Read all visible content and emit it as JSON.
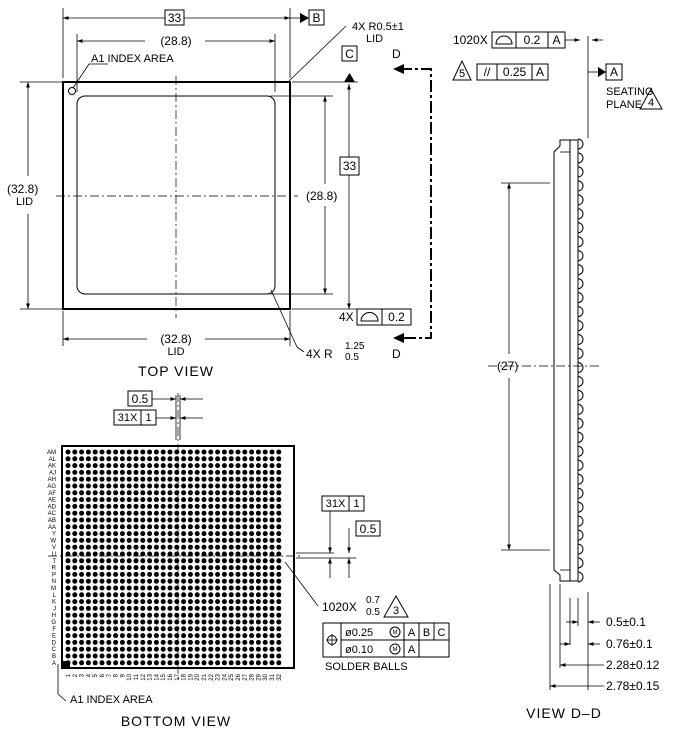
{
  "top_view": {
    "dim_body_width": "33",
    "datum_b": "B",
    "dim_lid_width_top": "(28.8)",
    "corner_radius_outer": "4X R0.5±1",
    "corner_radius_outer_sub": "LID",
    "a1_index_area_label": "A1 INDEX AREA",
    "datum_c": "C",
    "section_letter_top": "D",
    "section_letter_bottom": "D",
    "dim_body_height": "33",
    "dim_lid_height_inner": "(28.8)",
    "dim_lid_height_left": "(32.8)",
    "dim_lid_height_left_sub": "LID",
    "flatness_count": "4X",
    "flatness_value": "0.2",
    "dim_lid_width_bottom": "(32.8)",
    "dim_lid_width_bottom_sub": "LID",
    "corner_radius_inner_prefix": "4X R",
    "corner_radius_inner_upper": "1.25",
    "corner_radius_inner_lower": "0.5",
    "title": "TOP VIEW"
  },
  "bottom_view": {
    "pitch_box": "0.5",
    "pitch_count_top": "31X",
    "pitch_value_top": "1",
    "pitch_count_right": "31X",
    "pitch_value_right": "1",
    "pitch_box_right": "0.5",
    "ball_count": "1020X",
    "ball_diameter_upper": "0.7",
    "ball_diameter_lower": "0.5",
    "ball_note": "3",
    "tol_pos_1": "ø0.25",
    "tol_mod_1": "M",
    "tol_datum_1a": "A",
    "tol_datum_1b": "B",
    "tol_datum_1c": "C",
    "tol_pos_2": "ø0.10",
    "tol_mod_2": "M",
    "tol_datum_2a": "A",
    "solder_balls_label": "SOLDER BALLS",
    "a1_index_area_label": "A1 INDEX AREA",
    "row_labels": [
      "AM",
      "AL",
      "AK",
      "AJ",
      "AH",
      "AG",
      "AF",
      "AE",
      "AD",
      "AC",
      "AB",
      "AA",
      "Y",
      "W",
      "V",
      "U",
      "T",
      "R",
      "P",
      "N",
      "M",
      "L",
      "K",
      "J",
      "H",
      "G",
      "F",
      "E",
      "D",
      "C",
      "B",
      "A"
    ],
    "column_labels": [
      "1",
      "2",
      "3",
      "4",
      "5",
      "6",
      "7",
      "8",
      "9",
      "10",
      "11",
      "12",
      "13",
      "14",
      "15",
      "16",
      "17",
      "18",
      "19",
      "20",
      "21",
      "22",
      "23",
      "24",
      "25",
      "26",
      "27",
      "28",
      "29",
      "30",
      "31",
      "32"
    ],
    "title": "BOTTOM VIEW"
  },
  "section_view": {
    "coplanarity_count": "1020X",
    "coplanarity_value": "0.2",
    "coplanarity_datum": "A",
    "parallel_note": "5",
    "parallel_symbol": "//",
    "parallel_value": "0.25",
    "parallel_datum": "A",
    "seating_datum": "A",
    "seating_plane_line1": "SEATING",
    "seating_plane_line2": "PLANE",
    "seating_note": "4",
    "dim_lid_span": "(27)",
    "dim_ball_height": "0.5±0.1",
    "dim_substrate": "0.76±0.1",
    "dim_to_lid": "2.28±0.12",
    "dim_overall": "2.78±0.15",
    "title": "VIEW D–D"
  },
  "colors": {
    "ink": "#000000",
    "paper": "#ffffff"
  }
}
